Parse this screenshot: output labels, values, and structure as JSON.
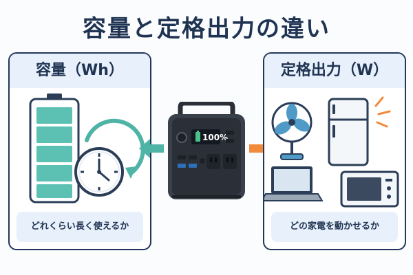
{
  "title": "容量と定格出力の違い",
  "left_panel": {
    "heading": "容量（Wh）",
    "caption": "どれくらい長く使えるか",
    "icons": [
      "battery-icon",
      "clock-icon",
      "circular-arrow-icon"
    ]
  },
  "right_panel": {
    "heading": "定格出力（W）",
    "caption": "どの家電を動かせるか",
    "icons": [
      "fan-icon",
      "refrigerator-icon",
      "laptop-icon",
      "microwave-icon"
    ]
  },
  "center": {
    "device": "portable-power-station",
    "battery_display": "100%",
    "arrows": [
      "arrow-left-teal",
      "arrow-right-orange"
    ]
  },
  "colors": {
    "navy": "#1f3352",
    "teal": "#4fb3a5",
    "orange": "#f28a3c",
    "panel_bg": "#e8f1fb"
  }
}
